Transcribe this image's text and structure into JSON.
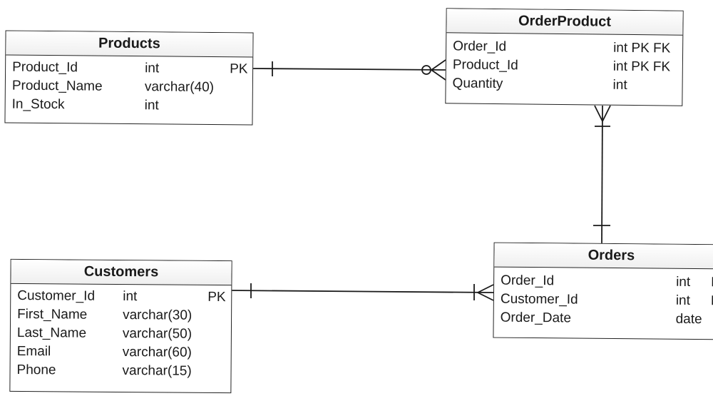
{
  "entities": {
    "products": {
      "title": "Products",
      "fields": [
        {
          "name": "Product_Id",
          "type": "int",
          "key": "PK"
        },
        {
          "name": "Product_Name",
          "type": "varchar(40)",
          "key": ""
        },
        {
          "name": "In_Stock",
          "type": "int",
          "key": ""
        }
      ]
    },
    "orderproduct": {
      "title": "OrderProduct",
      "fields": [
        {
          "name": "Order_Id",
          "type": "int PK FK",
          "key": ""
        },
        {
          "name": "Product_Id",
          "type": "int PK FK",
          "key": ""
        },
        {
          "name": "Quantity",
          "type": "int",
          "key": ""
        }
      ]
    },
    "customers": {
      "title": "Customers",
      "fields": [
        {
          "name": "Customer_Id",
          "type": "int",
          "key": "PK"
        },
        {
          "name": "First_Name",
          "type": "varchar(30)",
          "key": ""
        },
        {
          "name": "Last_Name",
          "type": "varchar(50)",
          "key": ""
        },
        {
          "name": "Email",
          "type": "varchar(60)",
          "key": ""
        },
        {
          "name": "Phone",
          "type": "varchar(15)",
          "key": ""
        }
      ]
    },
    "orders": {
      "title": "Orders",
      "fields": [
        {
          "name": "Order_Id",
          "type": "int",
          "key": "P"
        },
        {
          "name": "Customer_Id",
          "type": "int",
          "key": "F"
        },
        {
          "name": "Order_Date",
          "type": "date",
          "key": ""
        }
      ]
    }
  },
  "relationships": [
    {
      "from": "Products",
      "to": "OrderProduct",
      "from_end": "one",
      "to_end": "zero-or-many"
    },
    {
      "from": "OrderProduct",
      "to": "Orders",
      "from_end": "one-or-many",
      "to_end": "one"
    },
    {
      "from": "Customers",
      "to": "Orders",
      "from_end": "one",
      "to_end": "one-or-many"
    }
  ],
  "colors": {
    "line": "#1a1a1a",
    "header_bg": "#efefef",
    "background": "#ffffff"
  }
}
